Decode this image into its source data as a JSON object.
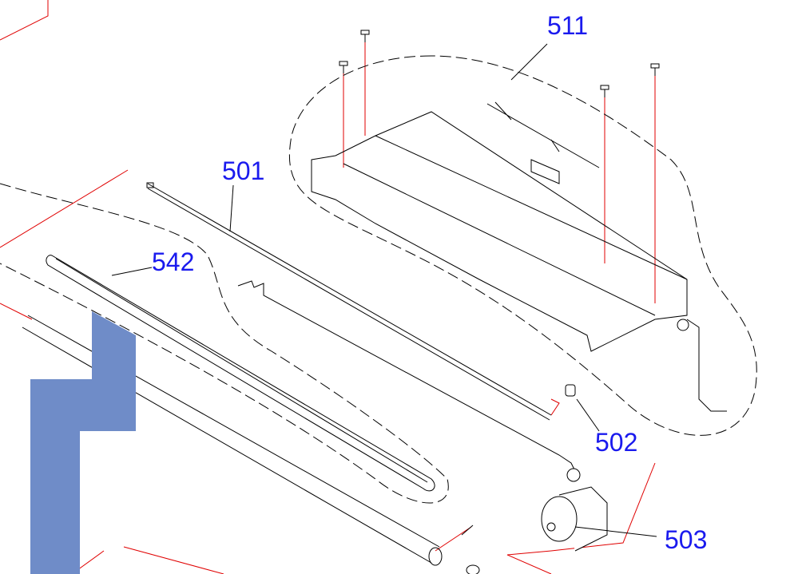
{
  "diagram": {
    "callouts": [
      {
        "id": "511",
        "text": "511"
      },
      {
        "id": "501",
        "text": "501"
      },
      {
        "id": "542",
        "text": "542"
      },
      {
        "id": "502",
        "text": "502"
      },
      {
        "id": "503",
        "text": "503"
      }
    ],
    "colors": {
      "label": "#1a1aee",
      "leader": "#e00000",
      "line": "#000000",
      "highlight": "#6f8cc8"
    }
  }
}
